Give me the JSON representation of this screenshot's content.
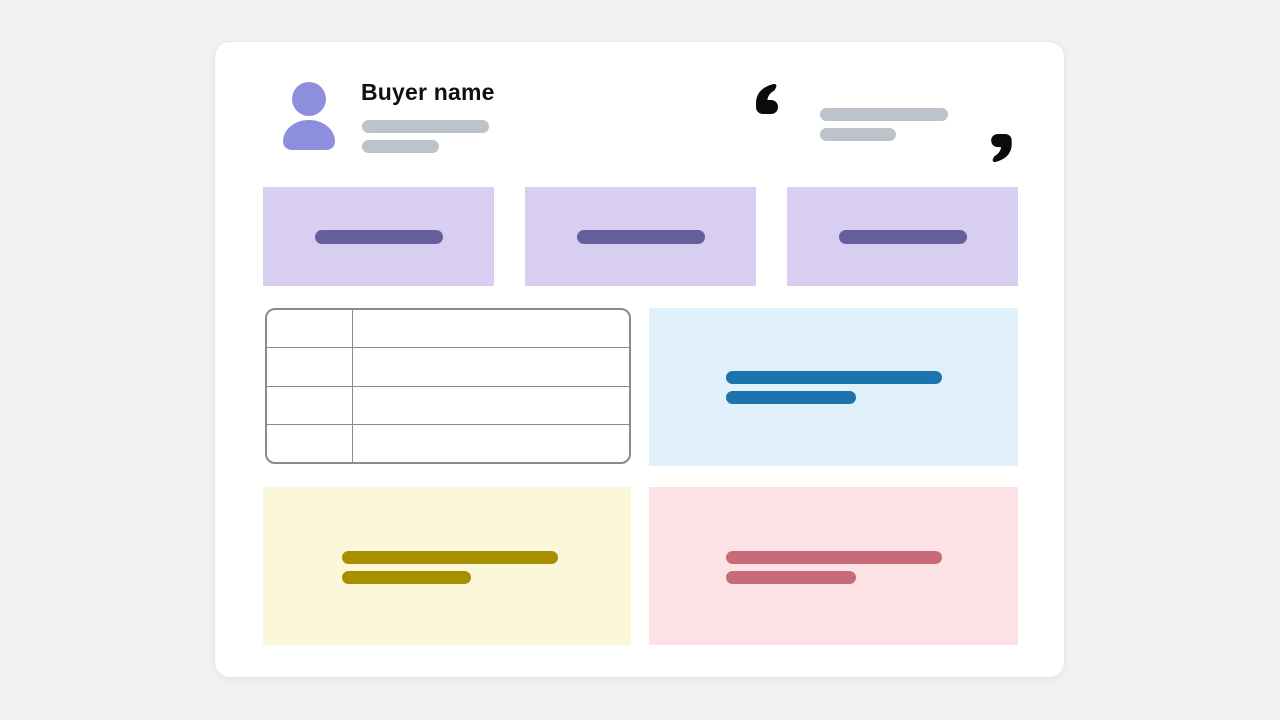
{
  "header": {
    "buyer_name": "Buyer name",
    "avatar_icon": "person-icon",
    "name_placeholder_bars": 2
  },
  "quote": {
    "open_icon": "open-quote-icon",
    "close_icon": "close-quote-icon",
    "placeholder_bars": 2
  },
  "attribute_cards": [
    {
      "label": "attribute-card-1",
      "placeholder_bars": 1
    },
    {
      "label": "attribute-card-2",
      "placeholder_bars": 1
    },
    {
      "label": "attribute-card-3",
      "placeholder_bars": 1
    }
  ],
  "table": {
    "rows": 4,
    "columns": 2,
    "cells_empty": true
  },
  "info_cards": [
    {
      "label": "blue-info-card",
      "placeholder_bars": 2
    },
    {
      "label": "yellow-info-card",
      "placeholder_bars": 2
    },
    {
      "label": "pink-info-card",
      "placeholder_bars": 2
    }
  ],
  "colors": {
    "page_bg": "#f1f2f4",
    "card_bg": "#ffffff",
    "card_border": "#e8e8eb",
    "avatar": "#8e8ede",
    "heading_text": "#101014",
    "placeholder_gray": "#bdc3cb",
    "quote_mark": "#0b0b0c",
    "table_border": "#8b8b8b",
    "attribute_card_bg": "#d8cef1",
    "attribute_bar": "#665f9d",
    "blue_card_bg": "#e0f1fc",
    "blue_bar": "#1d73ac",
    "yellow_card_bg": "#fbf8da",
    "yellow_bar": "#a88f00",
    "pink_card_bg": "#fde2e5",
    "pink_bar": "#c66b77"
  }
}
